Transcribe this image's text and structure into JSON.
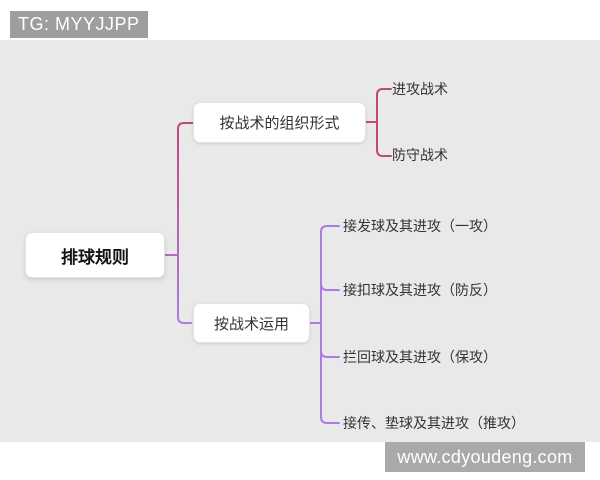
{
  "badges": {
    "tg": "TG: MYYJJPP",
    "watermark": "www.cdyoudeng.com"
  },
  "mindmap": {
    "root": {
      "label": "排球规则"
    },
    "branches": [
      {
        "label": "按战术的组织形式",
        "children": [
          {
            "label": "进攻战术"
          },
          {
            "label": "防守战术"
          }
        ]
      },
      {
        "label": "按战术运用",
        "children": [
          {
            "label": "接发球及其进攻（一攻）"
          },
          {
            "label": "接扣球及其进攻（防反）"
          },
          {
            "label": "拦回球及其进攻（保攻）"
          },
          {
            "label": "接传、垫球及其进攻（推攻）"
          }
        ]
      }
    ]
  },
  "colors": {
    "canvas_bg": "#e9e9e9",
    "badge_bg": "#9e9e9e",
    "watermark_bg": "#a9a9a9",
    "branch1_line": "#c0487a",
    "branch2_line": "#ab7de0"
  }
}
